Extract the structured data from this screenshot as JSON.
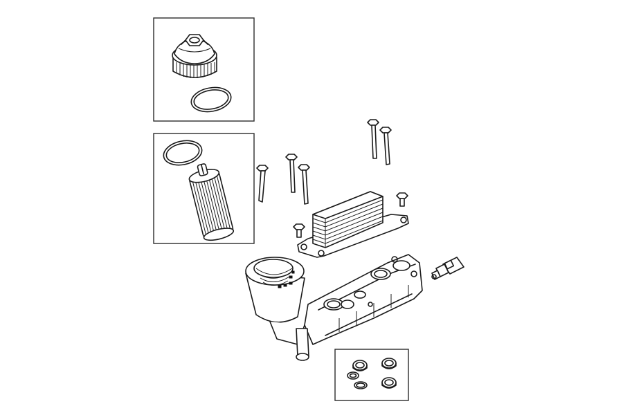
{
  "diagram": {
    "background": "#ffffff",
    "line_color": "#1a1a1a",
    "parts": [
      "filter-cap",
      "cap-o-ring",
      "filter-element-o-ring",
      "oil-filter-element",
      "bolts",
      "oil-cooler",
      "filter-housing-adapter",
      "oil-pressure-sensor",
      "seal-kit"
    ]
  }
}
